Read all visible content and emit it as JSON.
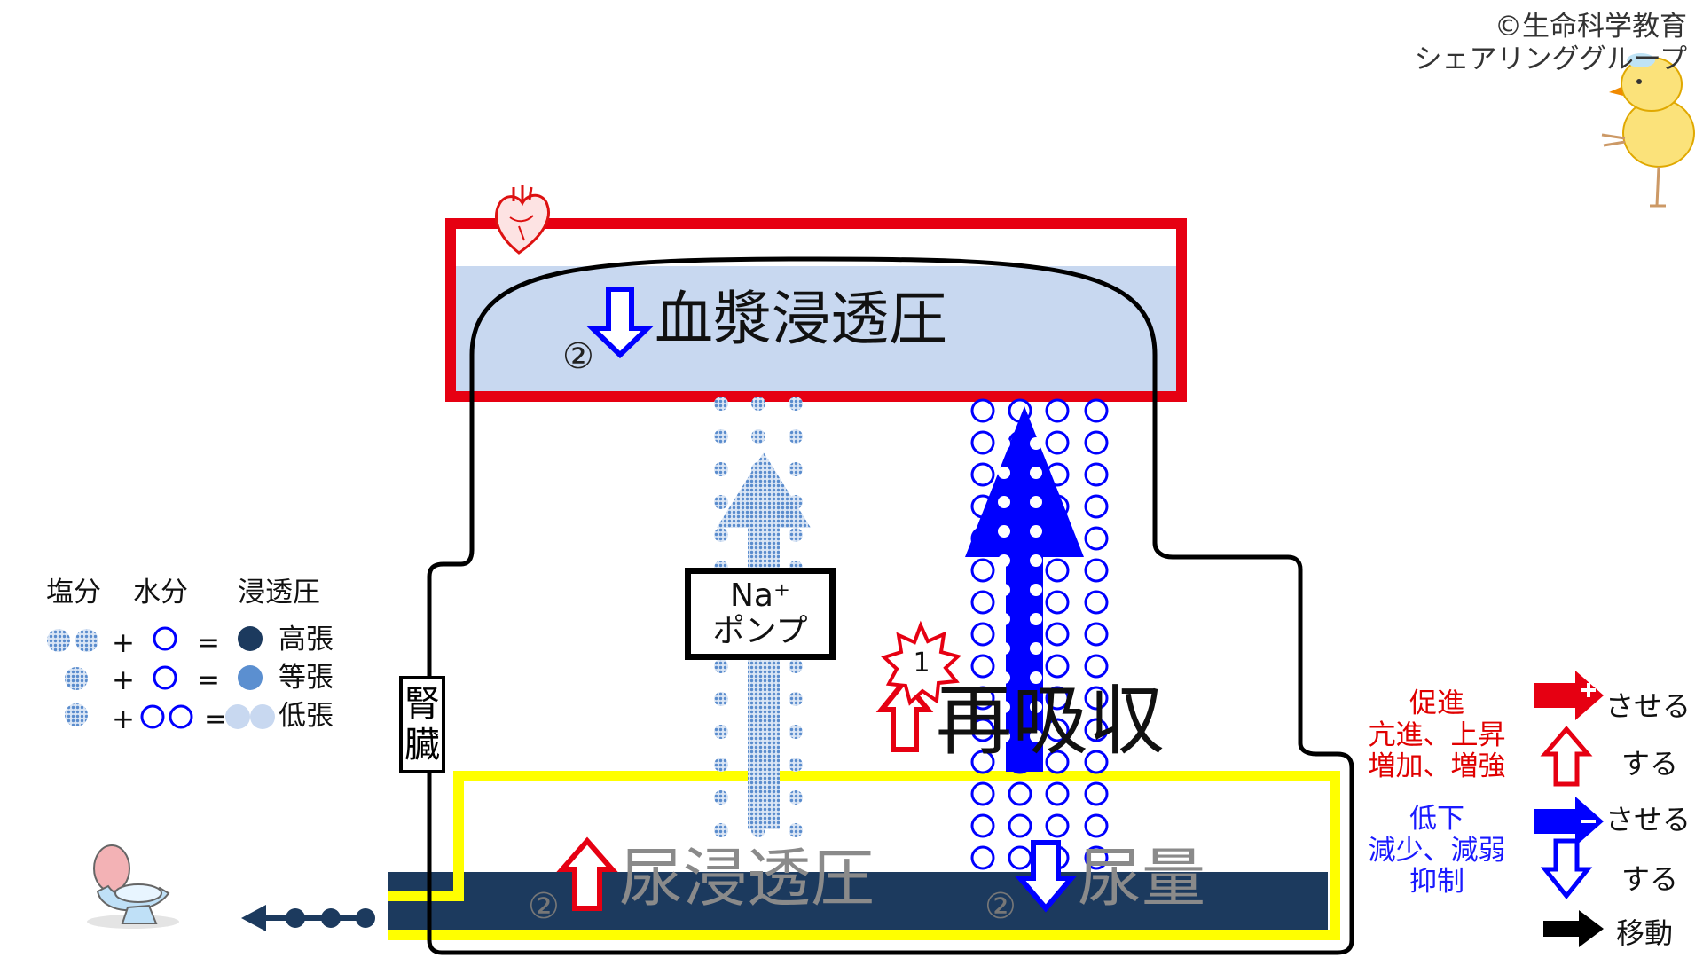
{
  "copyright": [
    "©生命科学教育",
    "シェアリンググループ"
  ],
  "plasma_label": "血漿浸透圧",
  "urine_osm_label": "尿浸透圧",
  "urine_vol_label": "尿量",
  "reabsorption_label": "再吸収",
  "circled_two": "②",
  "starburst_number": "1",
  "kidney_label": [
    "腎",
    "臓"
  ],
  "pump_label": [
    "Na⁺",
    "ポンプ"
  ],
  "legend": {
    "headers": [
      "塩分",
      "水分",
      "浸透圧"
    ],
    "rows": [
      {
        "plus": "+",
        "equals": "=",
        "result": "高張"
      },
      {
        "plus": "+",
        "equals": "=",
        "result": "等張"
      },
      {
        "plus": "+",
        "equals": "=",
        "result": "低張"
      }
    ]
  },
  "key": {
    "promote": [
      "促進",
      "亢進、上昇",
      "増加、増強"
    ],
    "reduce": [
      "低下",
      "減少、減弱",
      "抑制"
    ],
    "make": "させる",
    "do": "する",
    "move": "移動"
  },
  "colors": {
    "red": "#e60012",
    "blue": "#0000ff",
    "yellow": "#ffff00",
    "plasma_fill": "#c8d8f0",
    "urine_fill": "#1c3a5e",
    "salt_dot": "#5b8fd0"
  },
  "icons": [
    "heart-icon",
    "toilet-icon",
    "chick-icon"
  ]
}
